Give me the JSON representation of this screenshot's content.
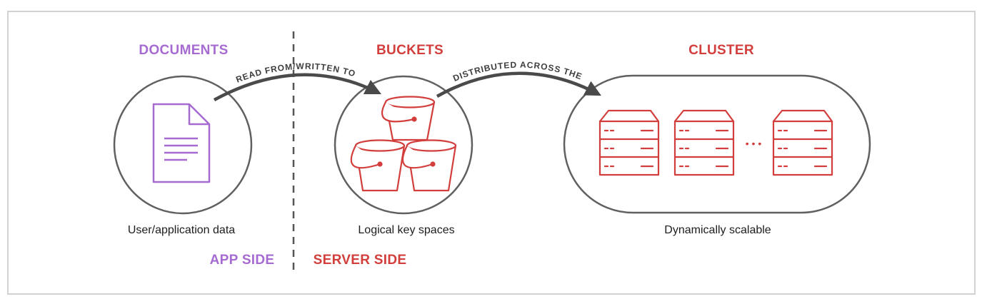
{
  "headings": {
    "documents": "DOCUMENTS",
    "buckets": "BUCKETS",
    "cluster": "CLUSTER"
  },
  "captions": {
    "documents": "User/application data",
    "buckets": "Logical key spaces",
    "cluster": "Dynamically scalable"
  },
  "sides": {
    "app": "APP SIDE",
    "server": "SERVER SIDE"
  },
  "arrows": {
    "read_written": "READ FROM/WRITTEN TO",
    "distributed": "DISTRIBUTED ACROSS THE"
  },
  "ellipsis": "• • •",
  "icons": {
    "document": "document-icon",
    "bucket": "bucket-icon",
    "server": "server-rack-icon"
  },
  "colors": {
    "app_side": "#a66bd0",
    "server_side": "#d23e3c",
    "outline": "#606060"
  }
}
